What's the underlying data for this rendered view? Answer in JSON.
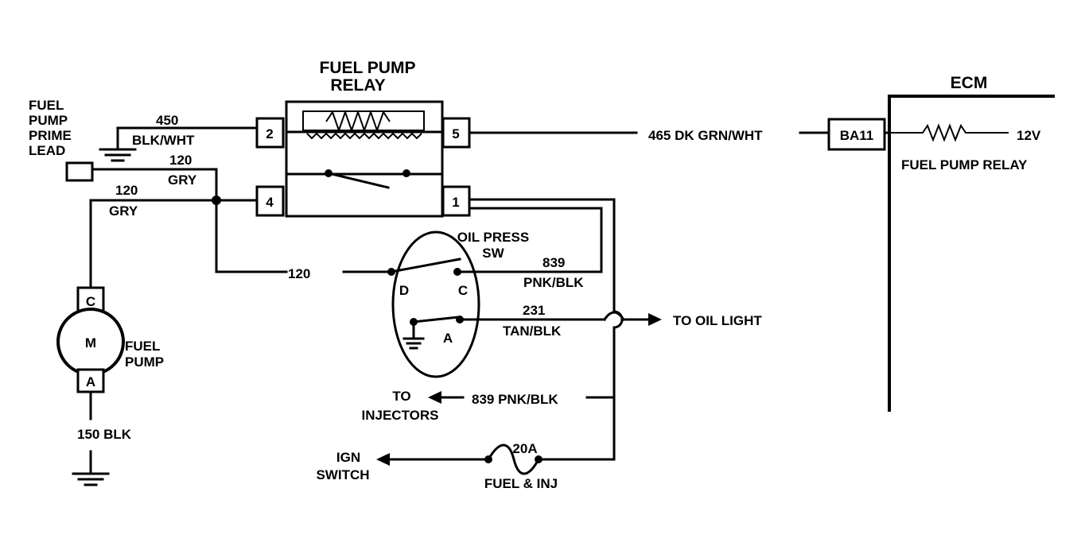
{
  "relay": {
    "title_line1": "FUEL PUMP",
    "title_line2": "RELAY",
    "pins": {
      "p2": "2",
      "p5": "5",
      "p4": "4",
      "p1": "1"
    }
  },
  "prime_lead": {
    "line1": "FUEL",
    "line2": "PUMP",
    "line3": "PRIME",
    "line4": "LEAD"
  },
  "wires": {
    "w450_num": "450",
    "w450_color": "BLK/WHT",
    "w120_top_num": "120",
    "w120_top_color": "GRY",
    "w120_left_num": "120",
    "w120_left_color": "GRY",
    "w465": "465 DK GRN/WHT",
    "w120_switch": "120",
    "w839_num": "839",
    "w839_color": "PNK/BLK",
    "w231_num": "231",
    "w231_color": "TAN/BLK",
    "w839_injectors": "839 PNK/BLK",
    "w150": "150 BLK"
  },
  "ecm": {
    "title": "ECM",
    "pin": "BA11",
    "voltage": "12V",
    "relay_label": "FUEL PUMP  RELAY"
  },
  "oil_switch": {
    "line1": "OIL PRESS",
    "line2": "SW",
    "term_d": "D",
    "term_c": "C",
    "term_a": "A"
  },
  "pump": {
    "motor": "M",
    "term_c": "C",
    "term_a": "A",
    "label_line1": "FUEL",
    "label_line2": "PUMP"
  },
  "destinations": {
    "oil_light": "TO OIL LIGHT",
    "injectors_line1": "TO",
    "injectors_line2": "INJECTORS",
    "ign_line1": "IGN",
    "ign_line2": "SWITCH"
  },
  "fuse": {
    "rating": "20A",
    "name": "FUEL & INJ"
  }
}
